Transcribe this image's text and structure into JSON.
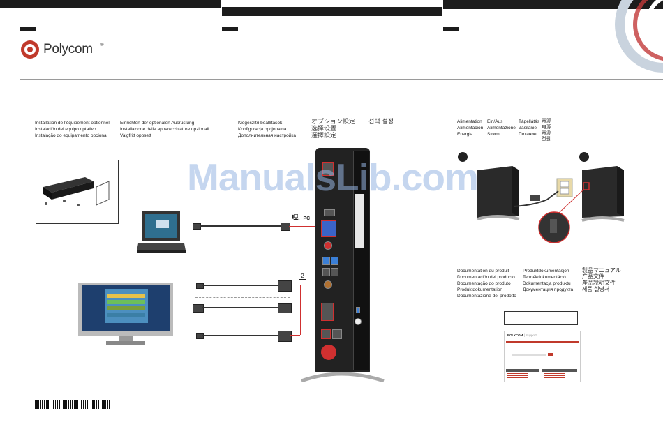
{
  "brand": {
    "name": "Polycom",
    "mark": "®"
  },
  "watermark": "ManualsLib.com",
  "optional_equipment": {
    "col1": [
      "Installation de l'équipement optionnel",
      "Instalación del equipo optativo",
      "Instalação do equipamento opcional"
    ],
    "col2": [
      "Einrichten der optionalen Ausrüstung",
      "Installazione delle apparecchiature opzionali",
      "Valgfritt oppsett"
    ],
    "col3": [
      "Kiegészítő beállítások",
      "Konfiguracja opcjonalna",
      "Дополнительная настройка"
    ],
    "cjk1": [
      "オプション設定",
      "选择设置",
      "選擇設定"
    ],
    "cjk2": [
      "선택 설정"
    ]
  },
  "pc_label": "PC",
  "power": {
    "col1": [
      "Alimentation",
      "Alimentación",
      "Energia"
    ],
    "col2": [
      "Ein/Aus",
      "Alimentazione",
      "Strøm"
    ],
    "col3": [
      "Tápellátás",
      "Zasilanie",
      "Питание"
    ],
    "cjk": [
      "電源",
      "电源",
      "電源",
      "전원"
    ]
  },
  "documentation": {
    "col1": [
      "Documentation du produit",
      "Documentación del producto",
      "Documentação do produto",
      "Produktdokumentation",
      "Documentazione del prodotto"
    ],
    "col2": [
      "Produktdokumentasjon",
      "Termékdokumentáció",
      "Dokumentacja produktu",
      "Документация продукта"
    ],
    "cjk": [
      "製品マニュアル",
      "产品文件",
      "產品說明文件",
      "제품 설명서"
    ]
  },
  "support_page": {
    "brand": "POLYCOM",
    "section": "Support"
  },
  "colors": {
    "accent_red": "#d03030",
    "dark": "#1c1c1c",
    "watermark": "#96b4e1"
  }
}
